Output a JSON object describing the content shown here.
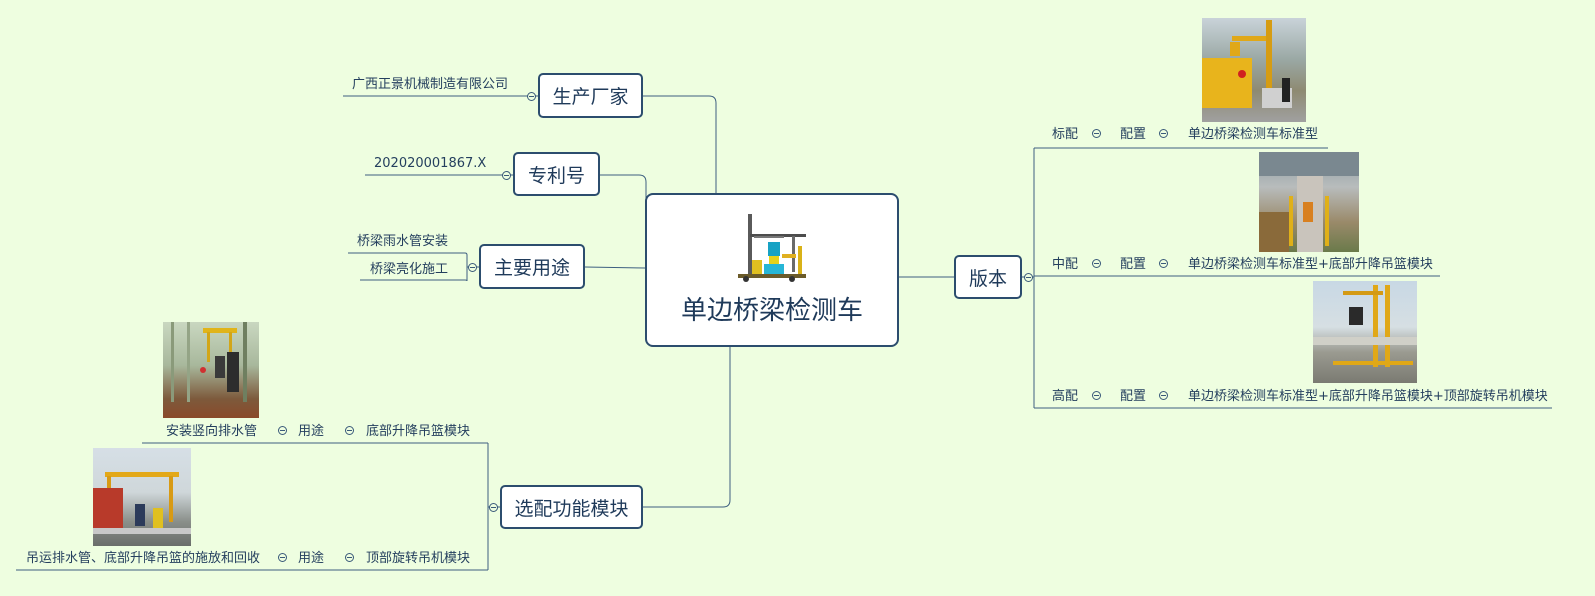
{
  "central": {
    "title": "单边桥梁检测车",
    "icon": "bridge-inspection-truck-icon"
  },
  "manufacturer": {
    "label": "生产厂家",
    "value": "广西正景机械制造有限公司"
  },
  "patent": {
    "label": "专利号",
    "value": "202020001867.X"
  },
  "usage": {
    "label": "主要用途",
    "items": [
      "桥梁雨水管安装",
      "桥梁亮化施工"
    ]
  },
  "modules": {
    "label": "选配功能模块",
    "rows": [
      {
        "use": "安装竖向排水管",
        "use_label": "用途",
        "module": "底部升降吊篮模块"
      },
      {
        "use": "吊运排水管、底部升降吊篮的施放和回收",
        "use_label": "用途",
        "module": "顶部旋转吊机模块"
      }
    ]
  },
  "version": {
    "label": "版本",
    "rows": [
      {
        "tier": "标配",
        "config_label": "配置",
        "config": "单边桥梁检测车标准型"
      },
      {
        "tier": "中配",
        "config_label": "配置",
        "config": "单边桥梁检测车标准型+底部升降吊篮模块"
      },
      {
        "tier": "高配",
        "config_label": "配置",
        "config": "单边桥梁检测车标准型+底部升降吊篮模块+顶部旋转吊机模块"
      }
    ]
  },
  "colors": {
    "background": "#eefee0",
    "border": "#2c4d6e",
    "line": "#3d5f80",
    "text": "#1f3a5a"
  }
}
